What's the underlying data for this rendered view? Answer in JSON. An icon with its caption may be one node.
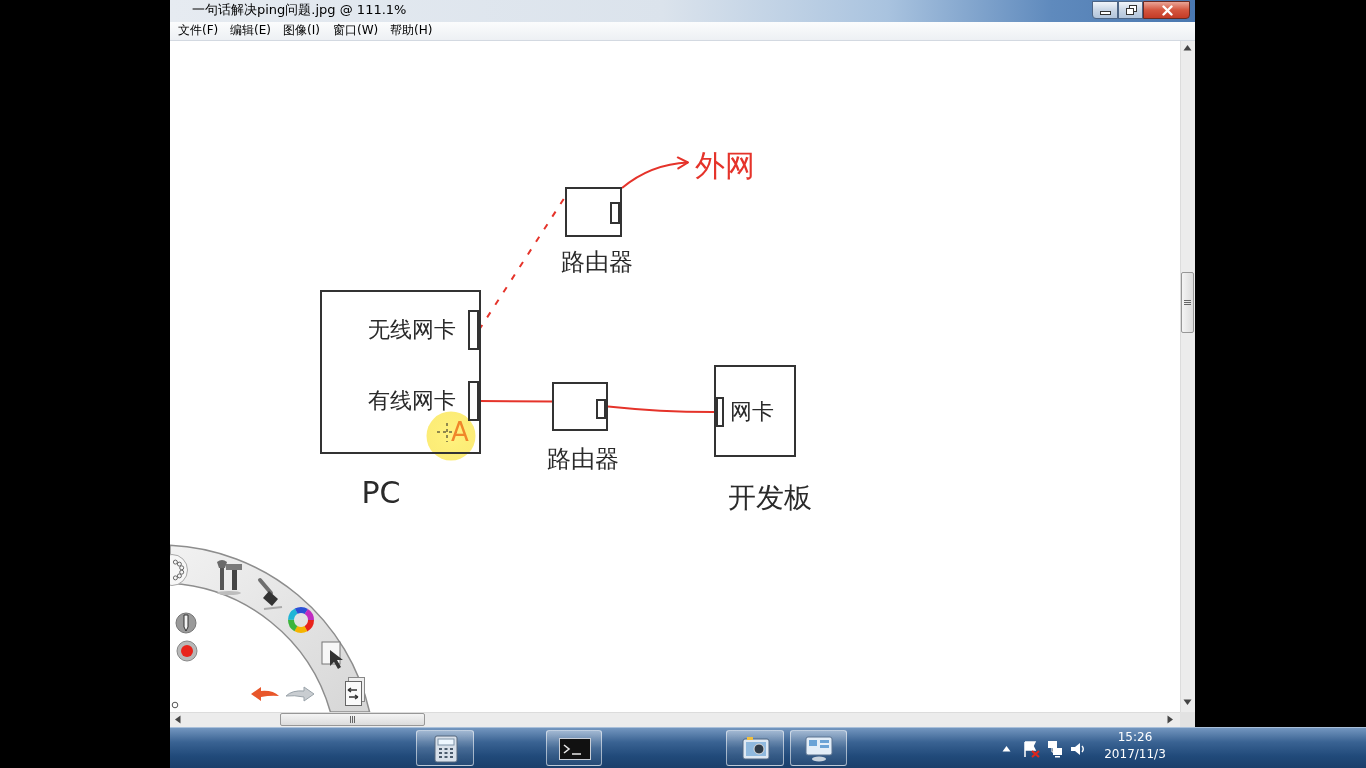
{
  "diagram": {
    "nodes": [
      {
        "text": [
          "路由器"
        ]
      },
      {
        "text": [
          "外网"
        ]
      },
      {
        "text": [
          "PC"
        ]
      },
      {
        "text": [
          "无线网卡"
        ],
        "in": 2
      },
      {
        "text": [
          "有线网卡"
        ],
        "in": 2
      },
      {
        "text": [
          "路由器"
        ]
      },
      {
        "text": [
          "开发板"
        ]
      },
      {
        "text": [
          "网卡"
        ],
        "in": 6
      }
    ],
    "edges": [
      {
        "from": 3,
        "to": 0,
        "arrow": "none",
        "style": "dashed"
      },
      {
        "from": 0,
        "to": 1,
        "arrow": "to"
      },
      {
        "from": 4,
        "to": 5,
        "arrow": "none"
      },
      {
        "from": 5,
        "to": 7,
        "arrow": "none"
      }
    ],
    "labels": [
      "一句话解决ping问题.jpg @ 111.1%",
      "文件(F)",
      "编辑(E)",
      "图像(I)",
      "窗口(W)",
      "帮助(H)",
      "A",
      "15:26",
      "2017/11/3"
    ]
  }
}
